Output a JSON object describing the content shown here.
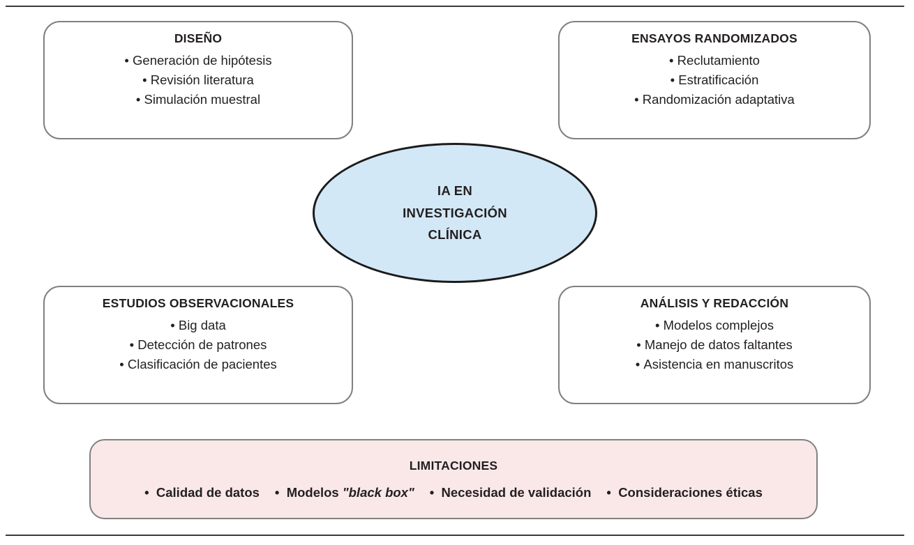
{
  "figure": {
    "center": {
      "label_lines": [
        "IA EN",
        "INVESTIGACIÓN",
        "CLÍNICA"
      ],
      "fill_color": "#d3e8f7",
      "border_color": "#1b1b1b"
    },
    "quadrants": [
      {
        "id": "diseno",
        "position": "top-left",
        "title": "DISEÑO",
        "items": [
          "Generación de hipótesis",
          "Revisión literatura",
          "Simulación muestral"
        ]
      },
      {
        "id": "ensayos-randomizados",
        "position": "top-right",
        "title": "ENSAYOS RANDOMIZADOS",
        "items": [
          "Reclutamiento",
          "Estratificación",
          "Randomización adaptativa"
        ]
      },
      {
        "id": "estudios-observacionales",
        "position": "bottom-left",
        "title": "ESTUDIOS OBSERVACIONALES",
        "items": [
          "Big data",
          "Detección de patrones",
          "Clasificación de pacientes"
        ]
      },
      {
        "id": "analisis-y-redaccion",
        "position": "bottom-right",
        "title": "ANÁLISIS Y REDACCIÓN",
        "items": [
          "Modelos complejos",
          "Manejo de datos faltantes",
          "Asistencia en manuscritos"
        ]
      }
    ],
    "limitations": {
      "title": "LIMITACIONES",
      "fill_color": "#fae8e9",
      "border_color": "#808080",
      "items": [
        {
          "pre": "Calidad de datos",
          "em": "",
          "post": ""
        },
        {
          "pre": "Modelos ",
          "em": "\"black box\"",
          "post": ""
        },
        {
          "pre": "Necesidad de validación",
          "em": "",
          "post": ""
        },
        {
          "pre": "Consideraciones éticas",
          "em": "",
          "post": ""
        }
      ]
    },
    "colors": {
      "box_border": "#808080",
      "rule": "#3a3a3a",
      "text": "#231f20",
      "page_background": "#ffffff"
    }
  }
}
